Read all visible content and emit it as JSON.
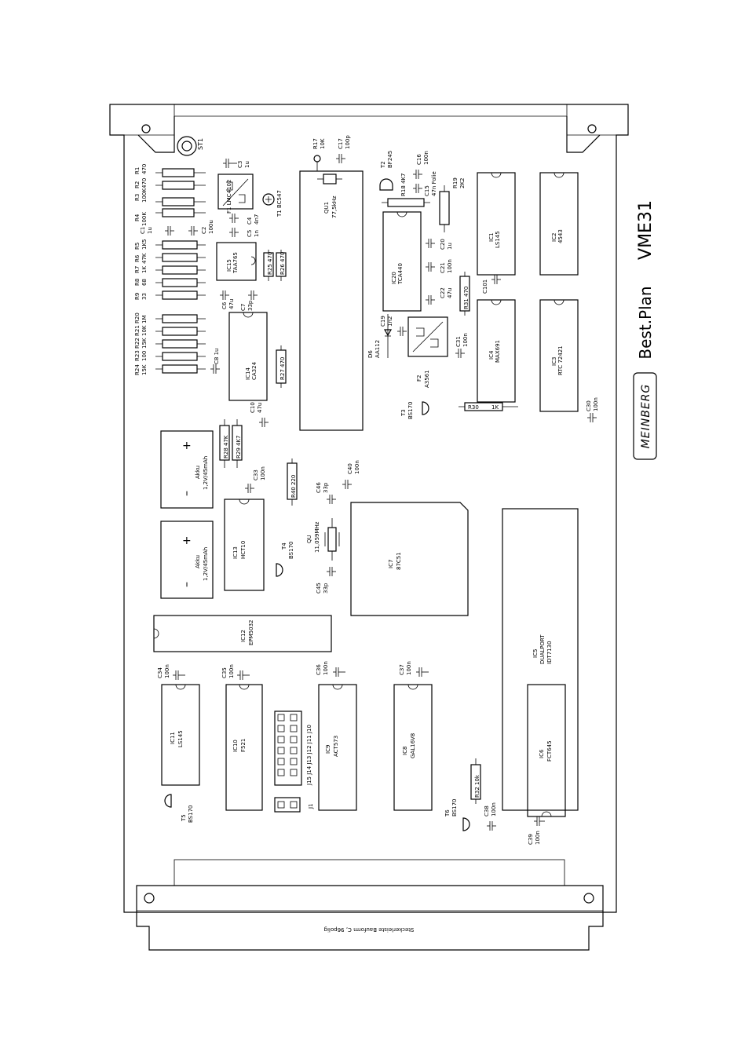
{
  "title": {
    "brand": "MEINBERG",
    "plan": "Best.Plan",
    "board": "VME31"
  },
  "connector_caption": "Steckerleiste Bauform C, 96polig",
  "st1": "ST1",
  "ics": [
    {
      "ref": "IC1",
      "part": "LS145"
    },
    {
      "ref": "IC2",
      "part": "4543"
    },
    {
      "ref": "IC3",
      "part": "RTC 72421"
    },
    {
      "ref": "IC4",
      "part": "MAX691"
    },
    {
      "ref": "IC5",
      "part": "DUALPORT",
      "part2": "IDT7130"
    },
    {
      "ref": "IC6",
      "part": "FCT645"
    },
    {
      "ref": "IC7",
      "part": "87C51"
    },
    {
      "ref": "IC8",
      "part": "GAL16V8"
    },
    {
      "ref": "IC9",
      "part": "ACT573"
    },
    {
      "ref": "IC10",
      "part": "F521"
    },
    {
      "ref": "IC11",
      "part": "LS145"
    },
    {
      "ref": "IC12",
      "part": "EPM5032"
    },
    {
      "ref": "IC13",
      "part": "HCT10"
    },
    {
      "ref": "IC14",
      "part": "CA324"
    },
    {
      "ref": "IC15",
      "part": "TAA765"
    },
    {
      "ref": "IC20",
      "part": "TCA440"
    }
  ],
  "batteries": [
    {
      "name": "Akku",
      "spec": "1,2V/45mAh",
      "plus": "+",
      "minus": "–"
    },
    {
      "name": "Akku",
      "spec": "1,2V/45mAh",
      "plus": "+",
      "minus": "–"
    }
  ],
  "left_resistors": [
    {
      "ref": "R1",
      "val": "470"
    },
    {
      "ref": "R2",
      "val": "470"
    },
    {
      "ref": "R3",
      "val": "100K"
    },
    {
      "ref": "R4",
      "val": "100K"
    },
    {
      "ref": "R5",
      "val": "1K5"
    },
    {
      "ref": "R6",
      "val": "47K"
    },
    {
      "ref": "R7",
      "val": "1K"
    },
    {
      "ref": "R8",
      "val": "68"
    },
    {
      "ref": "R9",
      "val": "33"
    },
    {
      "ref": "R20",
      "val": "1M"
    },
    {
      "ref": "R21",
      "val": "10K"
    },
    {
      "ref": "R22",
      "val": "15K"
    },
    {
      "ref": "R23",
      "val": "100"
    },
    {
      "ref": "R24",
      "val": "15K"
    }
  ],
  "resistor_labels": {
    "r17": "R17",
    "r17v": "10K",
    "r18": "R18 4K7",
    "r19": "R19",
    "r19v": "2K2",
    "r25": "R25 470",
    "r26": "R26 470",
    "r27": "R27 470",
    "r28": "R28 47K",
    "r29": "R29 4K7",
    "r30": "R30",
    "r30v": "1K",
    "r31": "R31 470",
    "r32": "R32 10k",
    "r40": "R40 220"
  },
  "capacitor_labels": {
    "c1": "C1",
    "c1v": "1u",
    "c2": "C2",
    "c2v": "100u",
    "c3": "C3",
    "c3v": "1u",
    "c4": "C4",
    "c4v": "4n7",
    "c5": "C5",
    "c5v": "1n",
    "c6": "C6",
    "c6v": "47u",
    "c7": "C7",
    "c7v": "33p",
    "c8": "C8 1u",
    "c10": "C10",
    "c10v": "47u",
    "c15": "C15",
    "c15v": "47n Folie",
    "c16": "C16",
    "c16v": "100n",
    "c17": "C17",
    "c17v": "100p",
    "c19": "C19",
    "c19v": "1n2",
    "c20": "C20",
    "c20v": "1u",
    "c21": "C21",
    "c21v": "100n",
    "c22": "C22",
    "c22v": "47u",
    "c30": "C30",
    "c30v": "100n",
    "c31": "C31",
    "c31v": "100n",
    "c33": "C33",
    "c33v": "100n",
    "c34": "C34",
    "c34v": "100n",
    "c35": "C35",
    "c35v": "100n",
    "c36": "C36",
    "c36v": "100n",
    "c37": "C37",
    "c37v": "100n",
    "c38": "C38",
    "c38v": "100n",
    "c39": "C39",
    "c39v": "100n",
    "c40": "C40",
    "c40v": "100n",
    "c45": "C45",
    "c45v": "33p",
    "c46": "C46",
    "c46v": "33p"
  },
  "misc_labels": {
    "qu1": "QU1",
    "qu1v": "77,5kHz",
    "qu": "QU",
    "quv": "11,059MHz",
    "t1": "T1 BC547",
    "t2": "T2",
    "t2v": "BF245",
    "t3": "T3",
    "t3v": "BS170",
    "t4": "T4",
    "t4v": "BS170",
    "t5": "T5",
    "t5v": "BS170",
    "t6": "T6",
    "t6v": "BS170",
    "d6": "D6",
    "d6v": "AA112",
    "f1": "F1 LMC4102",
    "f2": "F2",
    "f2v": "A3561",
    "c101": "C101",
    "j1": "J1",
    "j10_15": "J15 J14 J13 J12 J11 J10"
  }
}
